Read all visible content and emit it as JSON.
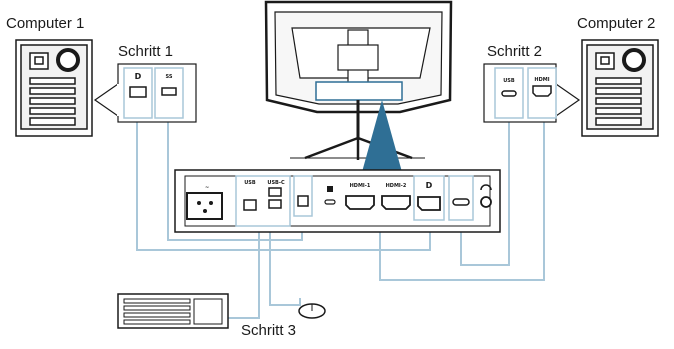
{
  "labels": {
    "computer1": "Computer 1",
    "computer2": "Computer 2",
    "step1": "Schritt 1",
    "step2": "Schritt 2",
    "step3": "Schritt 3"
  },
  "port_labels": {
    "hdmi1": "HDMI-1",
    "hdmi2": "HDMI-2",
    "hdmi": "HDMI",
    "usb": "USB",
    "usb_c_top": "USB-C",
    "usb_c_label": "USB",
    "ss": "SS"
  },
  "colors": {
    "cable": "#a9c7d9",
    "accent": "#2f6f95",
    "outline": "#1a1a1a",
    "panel_fill": "#f2f2f2"
  }
}
